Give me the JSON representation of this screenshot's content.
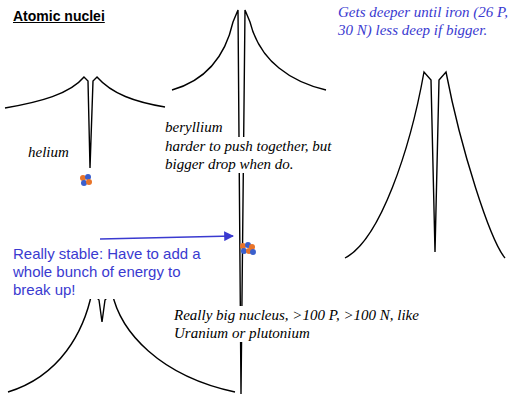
{
  "diagram": {
    "title": "Atomic nuclei",
    "labels": [
      "helium",
      "beryllium",
      "harder to push together, but bigger drop when do.",
      "Gets deeper until iron (26 P, 30 N) less deep if bigger.",
      "Really stable: Have to add a whole bunch of energy to break up!",
      "Really big nucleus, >100 P, >100 N, like Uranium or plutonium"
    ]
  }
}
